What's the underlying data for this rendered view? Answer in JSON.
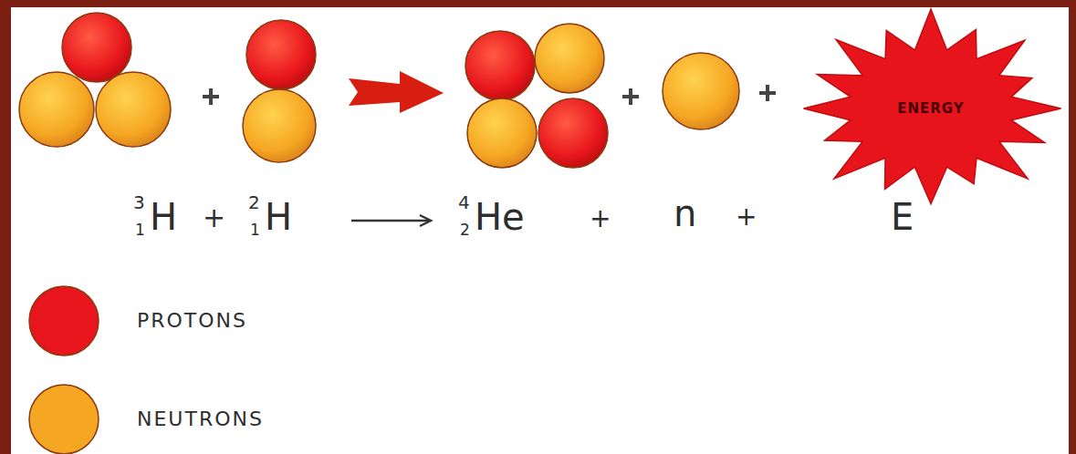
{
  "diagram": {
    "nodes": [
      {
        "text": [
          "ENERGY"
        ]
      }
    ],
    "labels": [
      "3",
      "1",
      "H",
      "+",
      "2",
      "1",
      "H",
      "4",
      "2",
      "He",
      "+",
      "n",
      "+",
      "E"
    ],
    "legend": [
      {
        "text": "PROTONS",
        "color": "#e8161c"
      },
      {
        "text": "NEUTRONS",
        "color": "#f5a623"
      }
    ]
  }
}
